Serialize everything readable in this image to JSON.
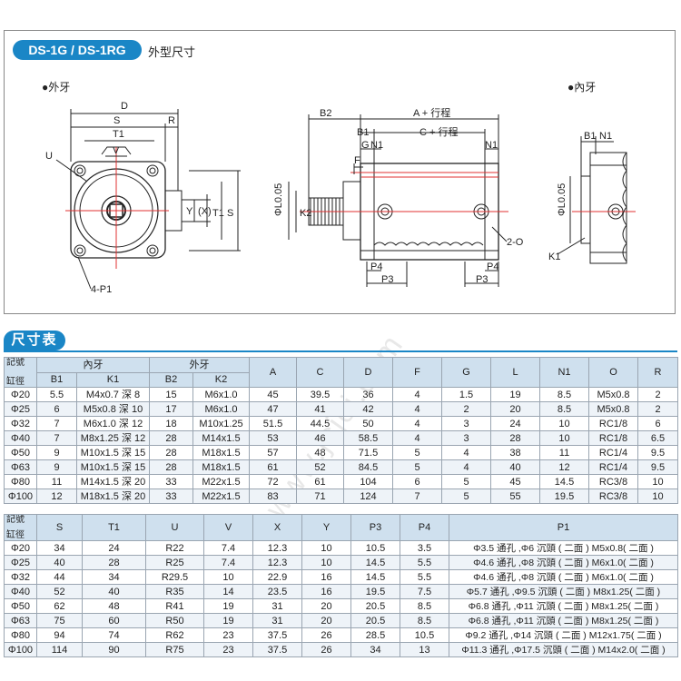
{
  "header": {
    "model": "DS-1G / DS-1RG",
    "subtitle": "外型尺寸"
  },
  "drawing": {
    "female_thread_label": "●外牙",
    "male_thread_label": "●內牙",
    "labels": {
      "D": "D",
      "S": "S",
      "R": "R",
      "T1": "T1",
      "U": "U",
      "V": "V",
      "X": "(X)",
      "Y": "Y",
      "S_side": "S",
      "T1_side": "T1",
      "P1": "4-P1",
      "B2": "B2",
      "A": "A + 行程",
      "B1": "B1",
      "G": "G",
      "N1": "N1",
      "C": "C + 行程",
      "N1b": "N1",
      "F": "F",
      "K2": "K2",
      "L": "ΦL0.05",
      "O2": "2-O",
      "P4a": "P4",
      "P4b": "P4",
      "P3a": "P3",
      "P3b": "P3",
      "B1r": "B1",
      "N1r": "N1",
      "Lr": "ΦL0.05",
      "K1": "K1"
    },
    "watermark": "www.jcjcj.com"
  },
  "section_title": "尺寸表",
  "table1": {
    "corner_top": "記號",
    "corner_bottom": "缸徑",
    "group_female": "內牙",
    "group_male": "外牙",
    "sub_headers": [
      "B1",
      "K1",
      "B2",
      "K2"
    ],
    "headers": [
      "A",
      "C",
      "D",
      "F",
      "G",
      "L",
      "N1",
      "O",
      "R"
    ],
    "rows": [
      [
        "Φ20",
        "5.5",
        "M4x0.7 深 8",
        "15",
        "M6x1.0",
        "45",
        "39.5",
        "36",
        "4",
        "1.5",
        "19",
        "8.5",
        "M5x0.8",
        "2"
      ],
      [
        "Φ25",
        "6",
        "M5x0.8 深 10",
        "17",
        "M6x1.0",
        "47",
        "41",
        "42",
        "4",
        "2",
        "20",
        "8.5",
        "M5x0.8",
        "2"
      ],
      [
        "Φ32",
        "7",
        "M6x1.0 深 12",
        "18",
        "M10x1.25",
        "51.5",
        "44.5",
        "50",
        "4",
        "3",
        "24",
        "10",
        "RC1/8",
        "6"
      ],
      [
        "Φ40",
        "7",
        "M8x1.25 深 12",
        "28",
        "M14x1.5",
        "53",
        "46",
        "58.5",
        "4",
        "3",
        "28",
        "10",
        "RC1/8",
        "6.5"
      ],
      [
        "Φ50",
        "9",
        "M10x1.5 深 15",
        "28",
        "M18x1.5",
        "57",
        "48",
        "71.5",
        "5",
        "4",
        "38",
        "11",
        "RC1/4",
        "9.5"
      ],
      [
        "Φ63",
        "9",
        "M10x1.5 深 15",
        "28",
        "M18x1.5",
        "61",
        "52",
        "84.5",
        "5",
        "4",
        "40",
        "12",
        "RC1/4",
        "9.5"
      ],
      [
        "Φ80",
        "11",
        "M14x1.5 深 20",
        "33",
        "M22x1.5",
        "72",
        "61",
        "104",
        "6",
        "5",
        "45",
        "14.5",
        "RC3/8",
        "10"
      ],
      [
        "Φ100",
        "12",
        "M18x1.5 深 20",
        "33",
        "M22x1.5",
        "83",
        "71",
        "124",
        "7",
        "5",
        "55",
        "19.5",
        "RC3/8",
        "10"
      ]
    ]
  },
  "table2": {
    "corner_top": "記號",
    "corner_bottom": "缸徑",
    "headers": [
      "S",
      "T1",
      "U",
      "V",
      "X",
      "Y",
      "P3",
      "P4",
      "P1"
    ],
    "rows": [
      [
        "Φ20",
        "34",
        "24",
        "R22",
        "7.4",
        "12.3",
        "10",
        "10.5",
        "3.5",
        "Φ3.5 通孔 ,Φ6 沉頭 ( 二面 ) M5x0.8( 二面 )"
      ],
      [
        "Φ25",
        "40",
        "28",
        "R25",
        "7.4",
        "12.3",
        "10",
        "14.5",
        "5.5",
        "Φ4.6 通孔 ,Φ8 沉頭 ( 二面 ) M6x1.0( 二面 )"
      ],
      [
        "Φ32",
        "44",
        "34",
        "R29.5",
        "10",
        "22.9",
        "16",
        "14.5",
        "5.5",
        "Φ4.6 通孔 ,Φ8 沉頭 ( 二面 ) M6x1.0( 二面 )"
      ],
      [
        "Φ40",
        "52",
        "40",
        "R35",
        "14",
        "23.5",
        "16",
        "19.5",
        "7.5",
        "Φ5.7 通孔 ,Φ9.5 沉頭 ( 二面 ) M8x1.25( 二面 )"
      ],
      [
        "Φ50",
        "62",
        "48",
        "R41",
        "19",
        "31",
        "20",
        "20.5",
        "8.5",
        "Φ6.8 通孔 ,Φ11 沉頭 ( 二面 ) M8x1.25( 二面 )"
      ],
      [
        "Φ63",
        "75",
        "60",
        "R50",
        "19",
        "31",
        "20",
        "20.5",
        "8.5",
        "Φ6.8 通孔 ,Φ11 沉頭 ( 二面 ) M8x1.25( 二面 )"
      ],
      [
        "Φ80",
        "94",
        "74",
        "R62",
        "23",
        "37.5",
        "26",
        "28.5",
        "10.5",
        "Φ9.2 通孔 ,Φ14 沉頭 ( 二面 ) M12x1.75( 二面 )"
      ],
      [
        "Φ100",
        "114",
        "90",
        "R75",
        "23",
        "37.5",
        "26",
        "34",
        "13",
        "Φ11.3 通孔 ,Φ17.5 沉頭 ( 二面 ) M14x2.0( 二面 )"
      ]
    ]
  }
}
